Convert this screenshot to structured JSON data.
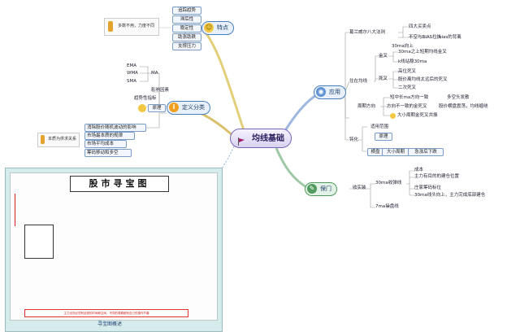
{
  "center": {
    "title": "均线基础"
  },
  "nodes": {
    "tedian": "特点",
    "dingyi": "定义分类",
    "yingyong": "应用",
    "louhan": "保门"
  },
  "tedian_items": [
    "追踪趋势",
    "滞后性",
    "稳定性",
    "助涨助跌",
    "支撑压力"
  ],
  "tedian_note": "多数不用，力度不同",
  "def": {
    "ema": "EMA",
    "wma": "WMA",
    "sma": "SMA",
    "ma": "MA",
    "yingxiang": "影响因素",
    "quxiang": "趋势性指标",
    "dingyi": "原理"
  },
  "def_items": [
    "消除股价随机波动的影响",
    "市场最本质的规律",
    "市场平均成本",
    "筹码移动和多空"
  ],
  "def_note": "本质为供求关系",
  "app": {
    "top": "葛兰威尔八大法则",
    "sibuy": "四大买卖点",
    "budan": "不空与BIAS拉扒",
    "bias": "bias的背离",
    "r30": "30ma向上",
    "jinjiao": "金叉",
    "jj1": "30ma之上短期均线金叉",
    "jj2": "k线站稳30ma",
    "zhu": "住在均线",
    "sicha": "死叉",
    "sc1": "高位死叉",
    "sc2": "股价离均线太远后的死叉",
    "sc3": "二次死叉",
    "zhouqi": "周期方向",
    "zq1": "短中长ma方向一致",
    "zq2": "多空头发散",
    "zq3": "方向不一致的金死叉",
    "zq4": "股价横盘震荡，均线缠绕",
    "zq5": "大小周期金死叉共振",
    "xiangxian": "适用范围",
    "dunhua": "钝化",
    "yuanli": "原理",
    "h1": "横盘",
    "h2": "大小周期",
    "h3": "急涨后下跌"
  },
  "louhan": {
    "zhuangzhi": "收实装",
    "c1": "成本",
    "c2": "主力有目的的建仓位置",
    "c3": "庄家筹码标位",
    "c4": "30ma线头向上，主力完成底部建仓",
    "r30": "30ma收弹线",
    "r7": "7ma操盘线"
  },
  "picture": {
    "title": "股市寻宝图",
    "caption": "寻宝图概述",
    "footer": "主力出货必须有足够的时间和空间，不同的周期都有自己的操作节奏"
  }
}
